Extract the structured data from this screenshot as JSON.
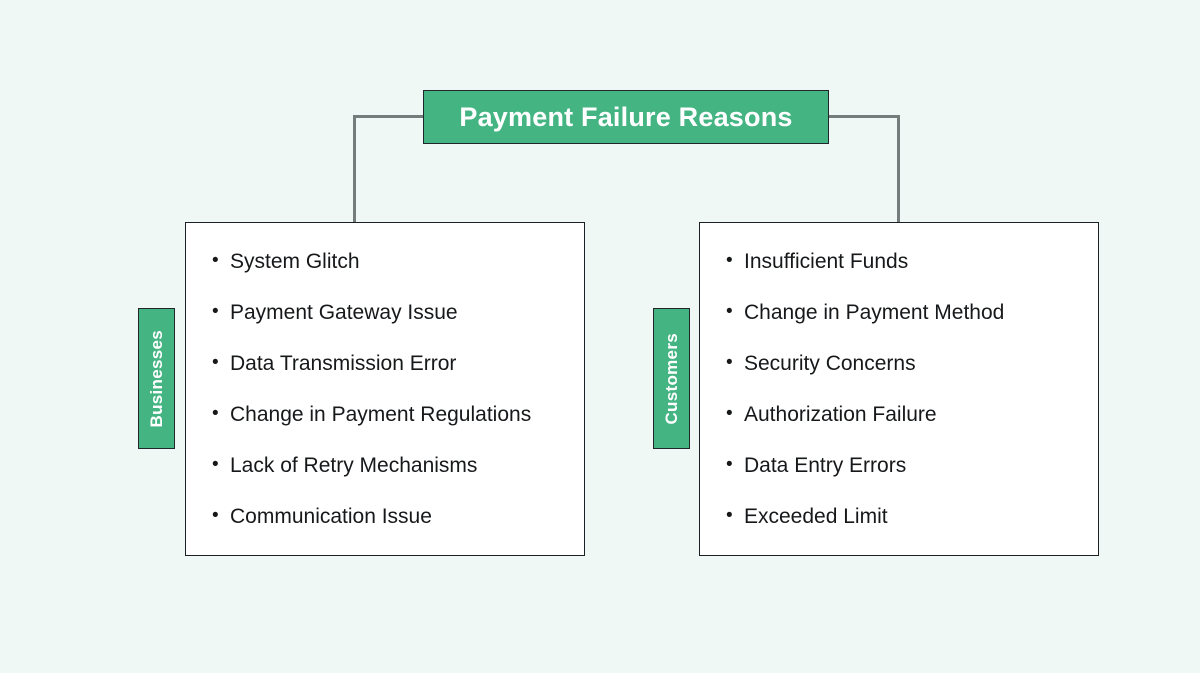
{
  "theme": {
    "background": "#f0f8f5",
    "accent_green": "#43b482",
    "border_dark": "#1b2024",
    "connector_gray": "#767b7b",
    "text_dark": "#16181a",
    "text_light": "#ffffff"
  },
  "diagram": {
    "title": "Payment Failure Reasons",
    "branches": [
      {
        "tab_label": "Businesses",
        "items": [
          "System Glitch",
          "Payment Gateway Issue",
          "Data Transmission Error",
          "Change in Payment Regulations",
          "Lack of Retry Mechanisms",
          "Communication Issue"
        ]
      },
      {
        "tab_label": "Customers",
        "items": [
          "Insufficient Funds",
          "Change in Payment Method",
          "Security Concerns",
          "Authorization Failure",
          "Data Entry Errors",
          "Exceeded Limit"
        ]
      }
    ]
  }
}
